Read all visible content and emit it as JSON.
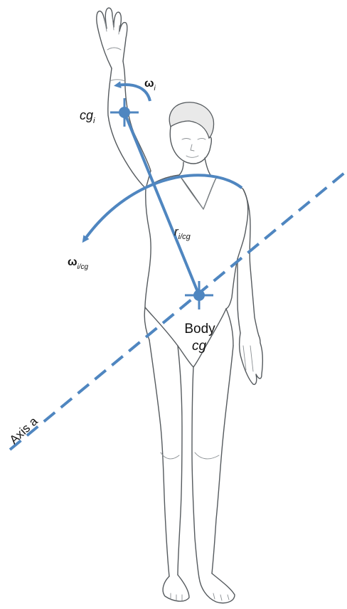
{
  "colors": {
    "accent": "#4f86c0",
    "outline": "#555a5e"
  },
  "labels": {
    "cg_main": "cg",
    "cg_sub": "i",
    "omega_i_main": "ω",
    "omega_i_sub": "i",
    "r_main": "r",
    "r_sub": "i/cg",
    "omega_icg_main": "ω",
    "omega_icg_sub": "i/cg",
    "body_line1": "Body",
    "body_line2": "cg",
    "axis": "Axis a"
  }
}
